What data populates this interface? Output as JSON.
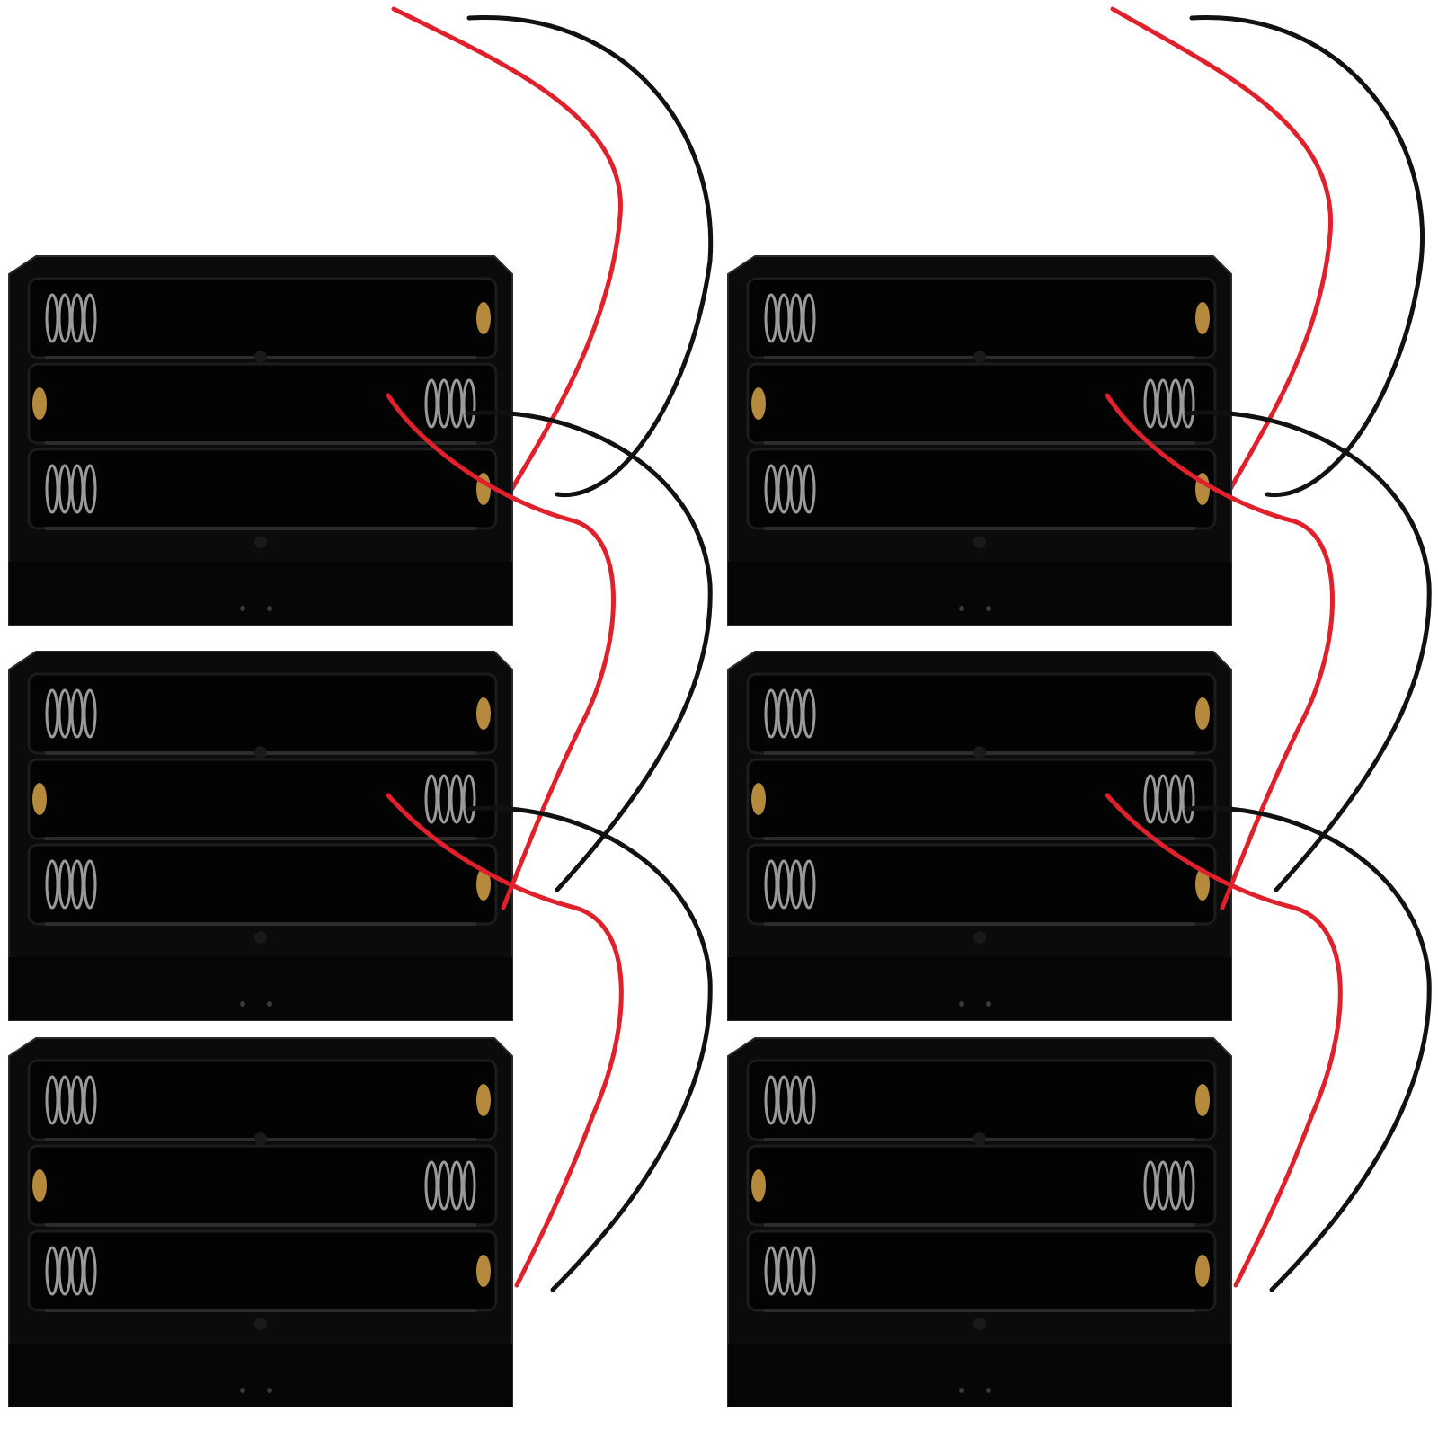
{
  "scene": {
    "subject": "battery-holder",
    "cells_per_holder": 3,
    "holders": [
      {
        "id": "holder-top-left"
      },
      {
        "id": "holder-top-right"
      },
      {
        "id": "holder-middle-left"
      },
      {
        "id": "holder-middle-right"
      },
      {
        "id": "holder-bottom-left"
      },
      {
        "id": "holder-bottom-right"
      }
    ]
  },
  "colors": {
    "background": "#ffffff",
    "housing": "#0b0b0b",
    "housing_edge": "#2a2a2a",
    "groove": "#1c1c1c",
    "spring": "#9a9a9a",
    "contact": "#b58a3c",
    "wire_red": "#e0202a",
    "wire_black": "#111111"
  }
}
